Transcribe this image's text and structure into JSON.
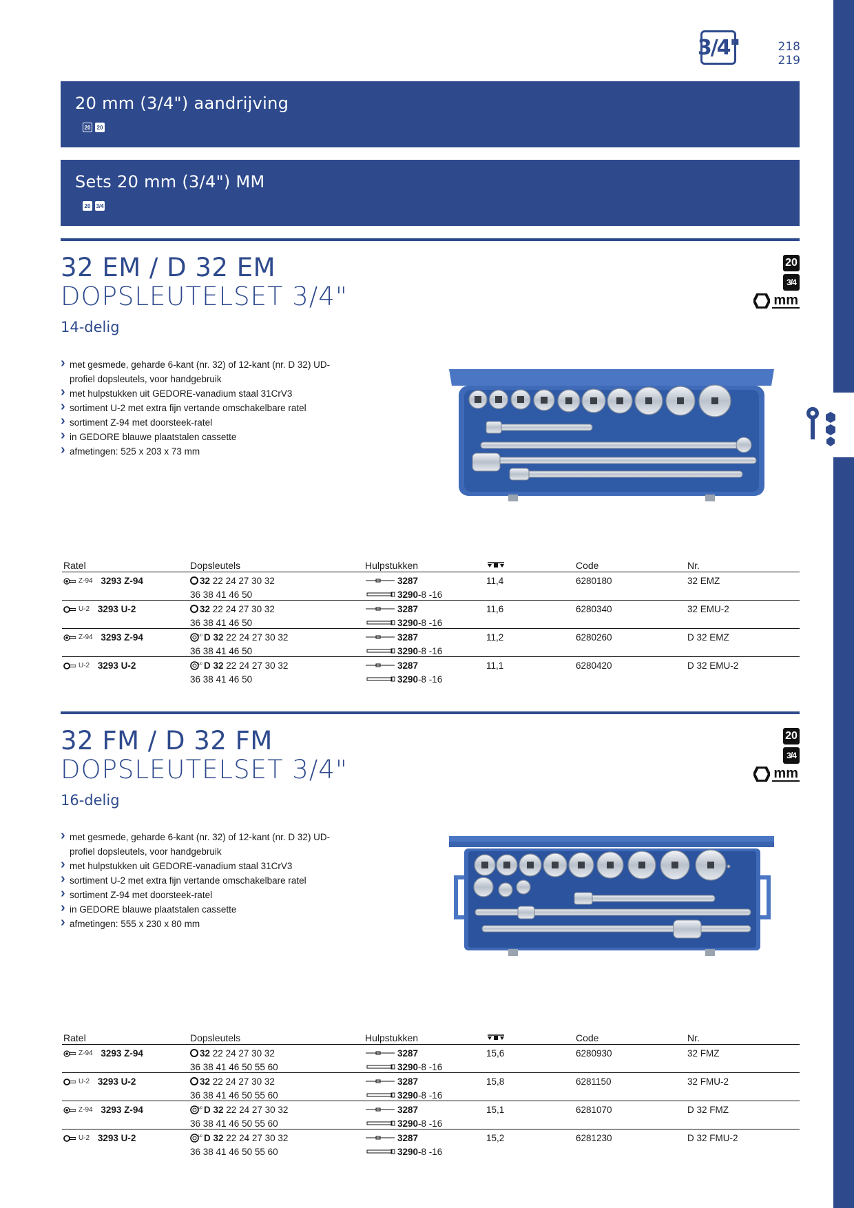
{
  "header": {
    "drive_badge": "3/4\"",
    "page_numbers": [
      "218",
      "219"
    ]
  },
  "banners": [
    {
      "title": "20 mm (3/4\") aandrijving",
      "icons": [
        "20",
        "20"
      ]
    },
    {
      "title": "Sets 20 mm (3/4\") MM",
      "icons": [
        "20",
        "3/4"
      ]
    }
  ],
  "products": [
    {
      "title": "32 EM / D 32 EM",
      "subtitle": "DOPSLEUTELSET 3/4\"",
      "count": "14-delig",
      "badges": {
        "size": "20",
        "drive": "3/4",
        "unit": "mm"
      },
      "features": [
        "met gesmede, geharde 6-kant (nr. 32) of 12-kant (nr. D 32) UD-profiel dopsleutels, voor handgebruik",
        "met hulpstukken uit GEDORE-vanadium staal 31CrV3",
        "sortiment U-2 met extra fijn vertande omschakelbare ratel",
        "sortiment Z-94 met doorsteek-ratel",
        "in GEDORE blauwe plaatstalen cassette",
        "afmetingen: 525 x 203 x 73 mm"
      ],
      "table": {
        "headers": {
          "ratel": "Ratel",
          "dops": "Dopsleutels",
          "hulp": "Hulpstukken",
          "kg": "",
          "code": "Code",
          "nr": "Nr."
        },
        "rows": [
          {
            "ratel_type": "Z-94",
            "ratel": "3293 Z-94",
            "dops_main": "32",
            "dops_sizes1": "22 24 27 30 32",
            "dops_sizes2": "36 38 41 46 50",
            "twelve": false,
            "hulp1": "3287",
            "hulp2_main": "3290",
            "hulp2_rest": "-8 -16",
            "kg": "11,4",
            "code": "6280180",
            "nr": "32 EMZ"
          },
          {
            "ratel_type": "U-2",
            "ratel": "3293 U-2",
            "dops_main": "32",
            "dops_sizes1": "22 24 27 30 32",
            "dops_sizes2": "36 38 41 46 50",
            "twelve": false,
            "hulp1": "3287",
            "hulp2_main": "3290",
            "hulp2_rest": "-8 -16",
            "kg": "11,6",
            "code": "6280340",
            "nr": "32 EMU-2"
          },
          {
            "ratel_type": "Z-94",
            "ratel": "3293 Z-94",
            "dops_main": "D 32",
            "dops_sizes1": "22 24 27 30 32",
            "dops_sizes2": "36 38 41 46 50",
            "twelve": true,
            "hulp1": "3287",
            "hulp2_main": "3290",
            "hulp2_rest": "-8 -16",
            "kg": "11,2",
            "code": "6280260",
            "nr": "D 32 EMZ"
          },
          {
            "ratel_type": "U-2",
            "ratel": "3293 U-2",
            "dops_main": "D 32",
            "dops_sizes1": "22 24 27 30 32",
            "dops_sizes2": "36 38 41 46 50",
            "twelve": true,
            "hulp1": "3287",
            "hulp2_main": "3290",
            "hulp2_rest": "-8 -16",
            "kg": "11,1",
            "code": "6280420",
            "nr": "D 32 EMU-2"
          }
        ]
      }
    },
    {
      "title": "32 FM / D 32 FM",
      "subtitle": "DOPSLEUTELSET 3/4\"",
      "count": "16-delig",
      "badges": {
        "size": "20",
        "drive": "3/4",
        "unit": "mm"
      },
      "features": [
        "met gesmede, geharde 6-kant (nr. 32) of 12-kant (nr. D 32) UD-profiel dopsleutels, voor handgebruik",
        "met hulpstukken uit GEDORE-vanadium staal 31CrV3",
        "sortiment U-2 met extra fijn vertande omschakelbare ratel",
        "sortiment Z-94 met doorsteek-ratel",
        "in GEDORE blauwe plaatstalen cassette",
        "afmetingen: 555 x 230 x 80 mm"
      ],
      "table": {
        "headers": {
          "ratel": "Ratel",
          "dops": "Dopsleutels",
          "hulp": "Hulpstukken",
          "kg": "",
          "code": "Code",
          "nr": "Nr."
        },
        "rows": [
          {
            "ratel_type": "Z-94",
            "ratel": "3293 Z-94",
            "dops_main": "32",
            "dops_sizes1": "22 24 27 30 32",
            "dops_sizes2": "36 38 41 46 50 55 60",
            "twelve": false,
            "hulp1": "3287",
            "hulp2_main": "3290",
            "hulp2_rest": "-8 -16",
            "kg": "15,6",
            "code": "6280930",
            "nr": "32 FMZ"
          },
          {
            "ratel_type": "U-2",
            "ratel": "3293 U-2",
            "dops_main": "32",
            "dops_sizes1": "22 24 27 30 32",
            "dops_sizes2": "36 38 41 46 50 55 60",
            "twelve": false,
            "hulp1": "3287",
            "hulp2_main": "3290",
            "hulp2_rest": "-8 -16",
            "kg": "15,8",
            "code": "6281150",
            "nr": "32 FMU-2"
          },
          {
            "ratel_type": "Z-94",
            "ratel": "3293 Z-94",
            "dops_main": "D 32",
            "dops_sizes1": "22 24 27 30 32",
            "dops_sizes2": "36 38 41 46 50 55 60",
            "twelve": true,
            "hulp1": "3287",
            "hulp2_main": "3290",
            "hulp2_rest": "-8 -16",
            "kg": "15,1",
            "code": "6281070",
            "nr": "D 32 FMZ"
          },
          {
            "ratel_type": "U-2",
            "ratel": "3293 U-2",
            "dops_main": "D 32",
            "dops_sizes1": "22 24 27 30 32",
            "dops_sizes2": "36 38 41 46 50 55 60",
            "twelve": true,
            "hulp1": "3287",
            "hulp2_main": "3290",
            "hulp2_rest": "-8 -16",
            "kg": "15,2",
            "code": "6281230",
            "nr": "D 32 FMU-2"
          }
        ]
      }
    }
  ],
  "colors": {
    "brand_blue": "#2e4a8d"
  },
  "icons": [
    "drive-size-icon",
    "hexagon-icon",
    "weight-scale-icon",
    "ratchet-icon",
    "socket-ring-icon",
    "twelve-point-icon",
    "extension-bar-icon",
    "tool-category-icon"
  ]
}
